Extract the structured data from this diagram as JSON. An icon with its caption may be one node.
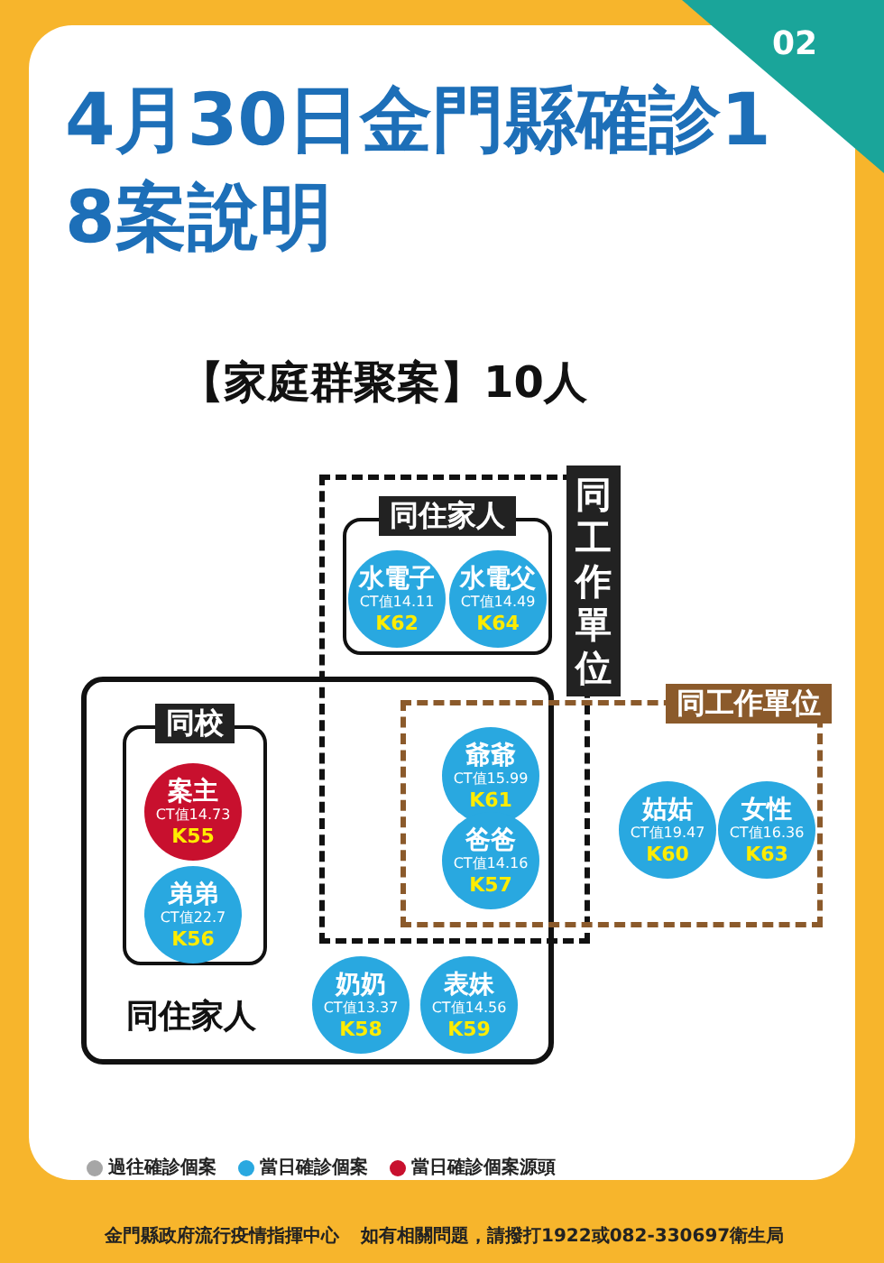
{
  "diagram": {
    "title": "4月30日金門縣確診18案說明",
    "nodes": [
      {
        "text": [
          "同住家人"
        ]
      },
      {
        "text": [
          "同校"
        ],
        "in": 0
      },
      {
        "text": [
          "案主",
          "CT值14.73",
          "K55"
        ],
        "in": 1
      },
      {
        "text": [
          "弟弟",
          "CT值22.7",
          "K56"
        ],
        "in": 1
      },
      {
        "text": [
          "奶奶",
          "CT值13.37",
          "K58"
        ],
        "in": 0
      },
      {
        "text": [
          "表妹",
          "CT值14.56",
          "K59"
        ],
        "in": 0
      },
      {
        "text": [
          "同工作單位"
        ]
      },
      {
        "text": [
          "同住家人"
        ],
        "in": 6
      },
      {
        "text": [
          "水電子",
          "CT值14.11",
          "K62"
        ],
        "in": 7
      },
      {
        "text": [
          "水電父",
          "CT值14.49",
          "K64"
        ],
        "in": 7
      },
      {
        "text": [
          "同工作單位"
        ]
      },
      {
        "text": [
          "爺爺",
          "CT值15.99",
          "K61"
        ]
      },
      {
        "text": [
          "爸爸",
          "CT值14.16",
          "K57"
        ]
      },
      {
        "text": [
          "姑姑",
          "CT值19.47",
          "K60"
        ],
        "in": 10
      },
      {
        "text": [
          "女性",
          "CT值16.36",
          "K63"
        ],
        "in": 10
      }
    ],
    "labels": [
      "02",
      "【家庭群聚案】10人",
      "金門縣政府流行疫情指揮中心",
      "如有相關問題，請撥打1922或082-330697衛生局"
    ],
    "legend": [
      {
        "text": "過往確診個案",
        "color": "#a6a6a6"
      },
      {
        "text": "當日確診個案",
        "color": "#29a8e0"
      },
      {
        "text": "當日確診個案源頭",
        "color": "#c8102e"
      }
    ]
  }
}
